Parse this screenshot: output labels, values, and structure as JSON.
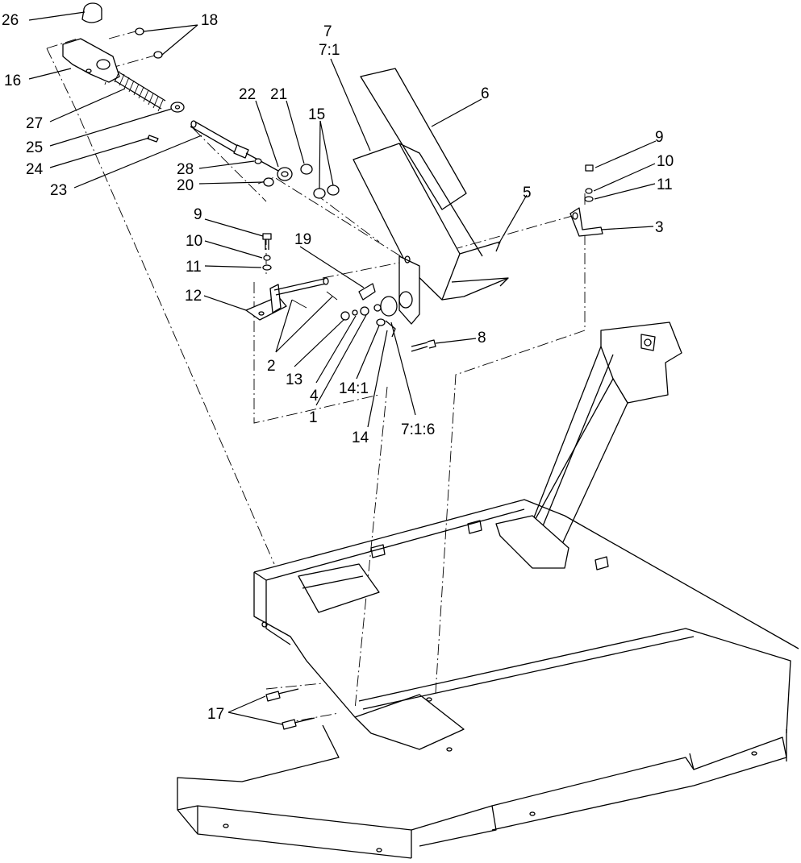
{
  "callouts": {
    "c26": "26",
    "c18": "18",
    "c16": "16",
    "c27": "27",
    "c25": "25",
    "c24": "24",
    "c23": "23",
    "c7": "7",
    "c7_1": "7:1",
    "c6": "6",
    "c22": "22",
    "c21": "21",
    "c15": "15",
    "c28": "28",
    "c20": "20",
    "c9a": "9",
    "c10a": "10",
    "c11a": "11",
    "c3": "3",
    "c5": "5",
    "c9b": "9",
    "c10b": "10",
    "c11b": "11",
    "c19": "19",
    "c12": "12",
    "c2": "2",
    "c13": "13",
    "c4": "4",
    "c14_1": "14:1",
    "c1": "1",
    "c14": "14",
    "c7_1_6": "7:1:6",
    "c8": "8",
    "c17": "17"
  }
}
